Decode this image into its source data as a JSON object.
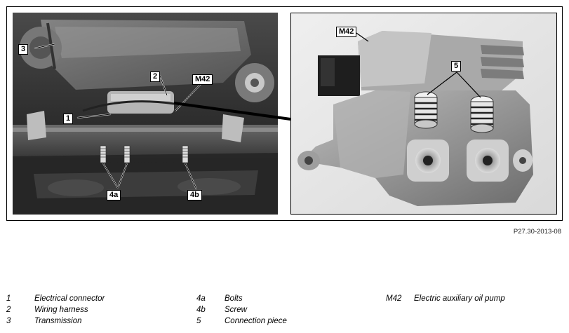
{
  "figure": {
    "figure_id": "P27.30-2013-08",
    "left_callouts": {
      "c3": "3",
      "c2": "2",
      "cM42": "M42",
      "c1": "1",
      "c4a": "4a",
      "c4b": "4b"
    },
    "right_callouts": {
      "cM42": "M42",
      "c5": "5"
    }
  },
  "legend": [
    {
      "key": "1",
      "text": "Electrical connector"
    },
    {
      "key": "2",
      "text": "Wiring harness"
    },
    {
      "key": "3",
      "text": "Transmission"
    },
    {
      "key": "4a",
      "text": "Bolts"
    },
    {
      "key": "4b",
      "text": "Screw"
    },
    {
      "key": "5",
      "text": "Connection piece"
    },
    {
      "key": "M42",
      "text": "Electric auxiliary oil pump"
    }
  ]
}
